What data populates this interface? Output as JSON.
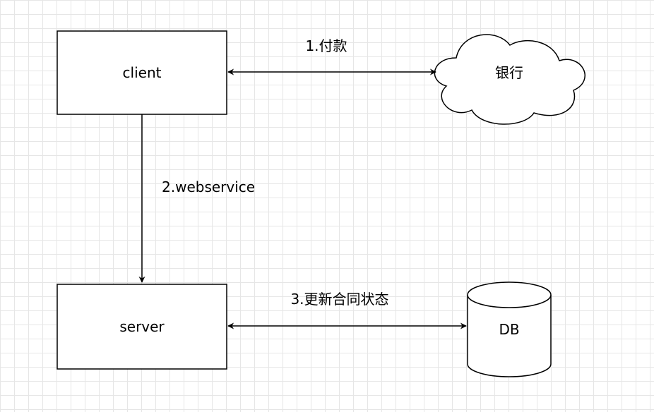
{
  "nodes": {
    "client": {
      "label": "client",
      "shape": "rectangle"
    },
    "server": {
      "label": "server",
      "shape": "rectangle"
    },
    "bank": {
      "label": "银行",
      "shape": "cloud"
    },
    "db": {
      "label": "DB",
      "shape": "cylinder"
    }
  },
  "edges": {
    "payment": {
      "label": "1.付款",
      "from": "client",
      "to": "bank",
      "direction": "bidirectional"
    },
    "webservice": {
      "label": "2.webservice",
      "from": "client",
      "to": "server",
      "direction": "forward"
    },
    "update_status": {
      "label": "3.更新合同状态",
      "from": "server",
      "to": "db",
      "direction": "bidirectional"
    }
  },
  "colors": {
    "stroke": "#000000",
    "fill": "#ffffff",
    "grid": "#e6e6e6"
  }
}
